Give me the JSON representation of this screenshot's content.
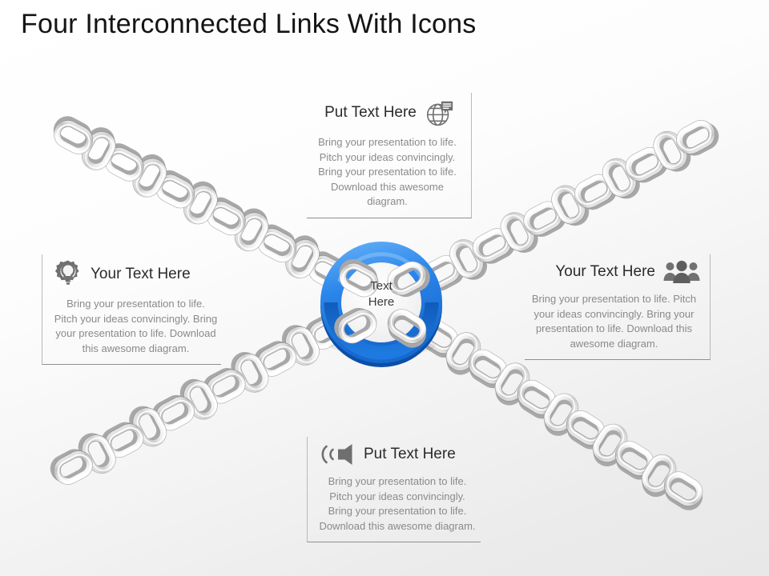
{
  "slide": {
    "title": "Four Interconnected Links With Icons",
    "background_top": "#ffffff",
    "background_bottom": "#e8e8e8"
  },
  "hub": {
    "line1": "Text",
    "line2": "Here",
    "ring_color": "#1b7ae8",
    "ring_dark": "#0f5fc0",
    "ring_light": "#5aa5f2",
    "inner_color": "#f3f3f3"
  },
  "chain": {
    "link_color": "#d9d9d9",
    "link_highlight": "#ffffff",
    "link_shadow": "#9a9a9a",
    "arm_count": 4
  },
  "panels": [
    {
      "id": "top",
      "icon": "globe-chat-icon",
      "title": "Put Text Here",
      "body": "Bring your presentation to life. Pitch your ideas convincingly. Bring your presentation to life. Download this awesome diagram."
    },
    {
      "id": "left",
      "icon": "lightbulb-gear-icon",
      "title": "Your Text Here",
      "body": "Bring your presentation to life. Pitch your ideas convincingly. Bring your presentation to life. Download this awesome diagram."
    },
    {
      "id": "right",
      "icon": "people-group-icon",
      "title": "Your Text Here",
      "body": "Bring your presentation to life. Pitch your ideas convincingly. Bring your presentation to life. Download this awesome diagram."
    },
    {
      "id": "bottom",
      "icon": "megaphone-icon",
      "title": "Put Text Here",
      "body": "Bring your presentation to life. Pitch your ideas convincingly. Bring your presentation to life. Download this awesome diagram."
    }
  ]
}
